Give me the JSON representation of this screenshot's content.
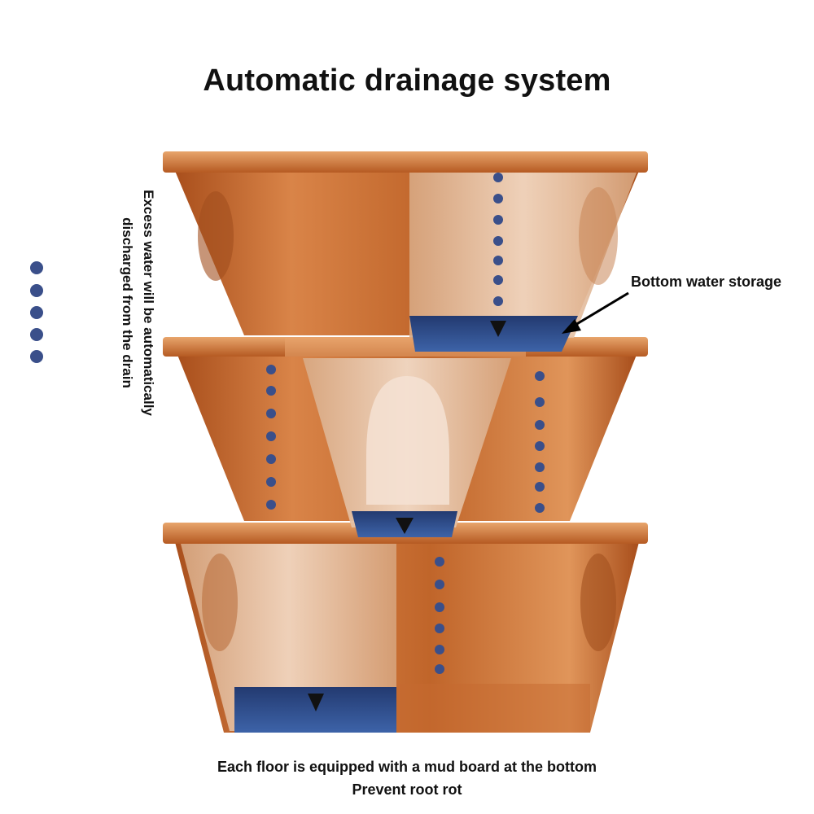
{
  "title": "Automatic drainage system",
  "side_note": {
    "line1": "Excess water will be automatically",
    "line2": "discharged from the drain"
  },
  "callout": "Bottom water storage",
  "caption": {
    "line1": "Each floor is equipped with a mud board at the bottom",
    "line2": "Prevent root rot"
  },
  "colors": {
    "pot_copper": "#c0652a",
    "pot_highlight": "#e39a5e",
    "pot_inner": "#e7c3a5",
    "water_blue": "#2f4f8c",
    "drop_blue": "#3a4f8a"
  }
}
